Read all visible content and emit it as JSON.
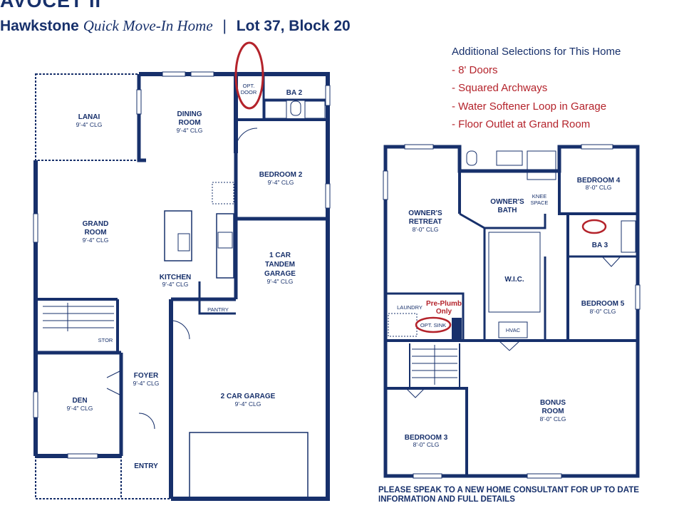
{
  "header": {
    "title": "AVOCET II",
    "community": "Hawkstone",
    "product": "Quick Move-In Home",
    "separator": "|",
    "lot": "Lot 37, Block 20"
  },
  "selections": {
    "heading": "Additional Selections for This Home",
    "items": [
      "- 8' Doors",
      "- Squared Archways",
      "- Water Softener Loop in Garage",
      "- Floor Outlet at Grand Room"
    ]
  },
  "first_floor": {
    "lanai": {
      "name": "LANAI",
      "clg": "9'-4\" CLG"
    },
    "dining": {
      "name1": "DINING",
      "name2": "ROOM",
      "clg": "9'-4\" CLG"
    },
    "opt_door": {
      "line1": "OPT.",
      "line2": "DOOR"
    },
    "ba2": "BA 2",
    "bedroom2": {
      "name": "BEDROOM 2",
      "clg": "9'-4\" CLG"
    },
    "grand": {
      "name1": "GRAND",
      "name2": "ROOM",
      "clg": "9'-4\" CLG"
    },
    "kitchen": {
      "name": "KITCHEN",
      "clg": "9'-4\" CLG"
    },
    "pantry": "PANTRY",
    "tandem": {
      "name1": "1 CAR",
      "name2": "TANDEM",
      "name3": "GARAGE",
      "clg": "9'-4\" CLG"
    },
    "stor": "STOR",
    "foyer": {
      "name": "FOYER",
      "clg": "9'-4\" CLG"
    },
    "den": {
      "name": "DEN",
      "clg": "9'-4\" CLG"
    },
    "garage2": {
      "name": "2 CAR GARAGE",
      "clg": "9'-4\" CLG"
    },
    "entry": "ENTRY"
  },
  "second_floor": {
    "owners_retreat": {
      "name1": "OWNER'S",
      "name2": "RETREAT",
      "clg": "8'-0\" CLG"
    },
    "owners_bath": {
      "name1": "OWNER'S",
      "name2": "BATH"
    },
    "knee_space": {
      "line1": "KNEE",
      "line2": "SPACE"
    },
    "bedroom4": {
      "name": "BEDROOM 4",
      "clg": "8'-0\" CLG"
    },
    "ba3": "BA 3",
    "wic": "W.I.C.",
    "bedroom5": {
      "name": "BEDROOM 5",
      "clg": "8'-0\" CLG"
    },
    "laundry": "LAUNDRY",
    "pre_plumb": {
      "line1": "Pre-Plumb",
      "line2": "Only"
    },
    "opt_sink": "OPT. SINK",
    "hvac": "HVAC",
    "bonus": {
      "name1": "BONUS",
      "name2": "ROOM",
      "clg": "8'-0\" CLG"
    },
    "bedroom3": {
      "name": "BEDROOM 3",
      "clg": "8'-0\" CLG"
    }
  },
  "disclaimer": {
    "line1": "PLEASE SPEAK TO A NEW HOME CONSULTANT FOR UP TO DATE",
    "line2": "INFORMATION AND FULL DETAILS"
  },
  "colors": {
    "wall": "#17306b",
    "highlight": "#b4232b"
  }
}
